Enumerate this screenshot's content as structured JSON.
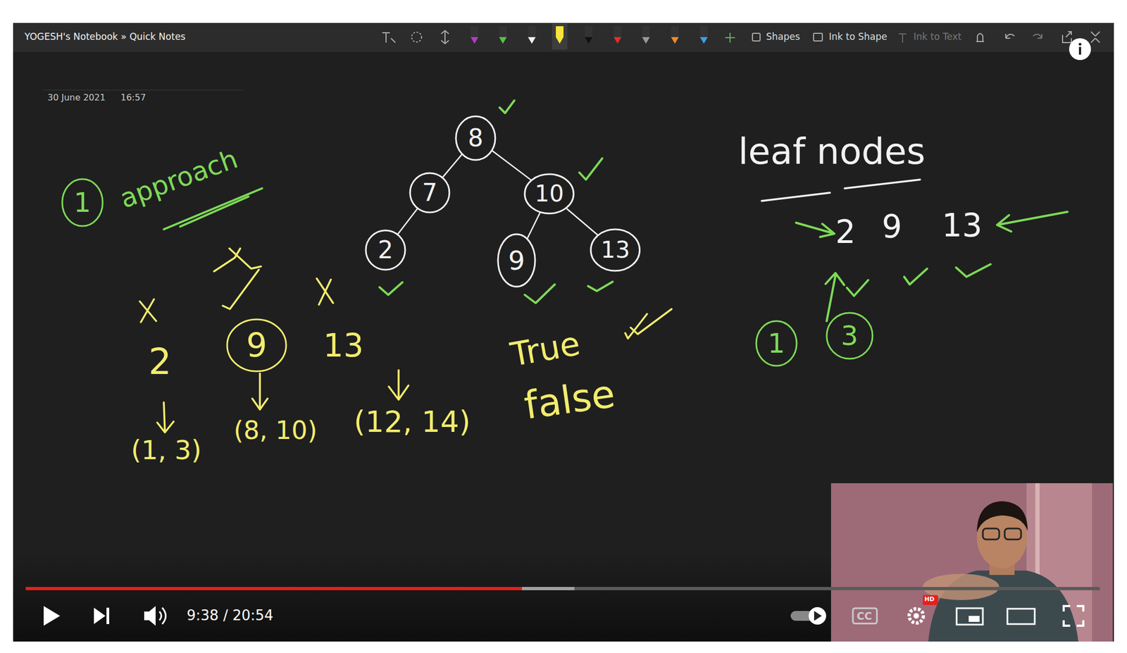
{
  "diagram": {
    "nodes": [
      {
        "text": [
          "8"
        ]
      },
      {
        "text": [
          "7"
        ]
      },
      {
        "text": [
          "10"
        ]
      },
      {
        "text": [
          "2"
        ]
      },
      {
        "text": [
          "9"
        ]
      },
      {
        "text": [
          "13"
        ]
      },
      {
        "text": [
          "9"
        ]
      },
      {
        "text": [
          "1"
        ]
      },
      {
        "text": [
          "1"
        ]
      },
      {
        "text": [
          "3"
        ]
      }
    ],
    "edges": [
      {
        "from": 0,
        "to": 1,
        "arrow": "none"
      },
      {
        "from": 0,
        "to": 2,
        "arrow": "none"
      },
      {
        "from": 1,
        "to": 3,
        "arrow": "none"
      },
      {
        "from": 2,
        "to": 4,
        "arrow": "none"
      },
      {
        "from": 2,
        "to": 5,
        "arrow": "none"
      }
    ],
    "labels": [
      "YOGESH's Notebook » Quick Notes",
      "Shapes",
      "Ink to Shape",
      "Ink to Text",
      "30 June 2021",
      "16:57",
      "approach",
      "leaf nodes",
      "2",
      "9",
      "13",
      "2",
      "13",
      "(1, 3)",
      "(8, 10)",
      "(12, 14)",
      "True",
      "false",
      "9:38 / 20:54",
      "CC",
      "HD"
    ]
  }
}
